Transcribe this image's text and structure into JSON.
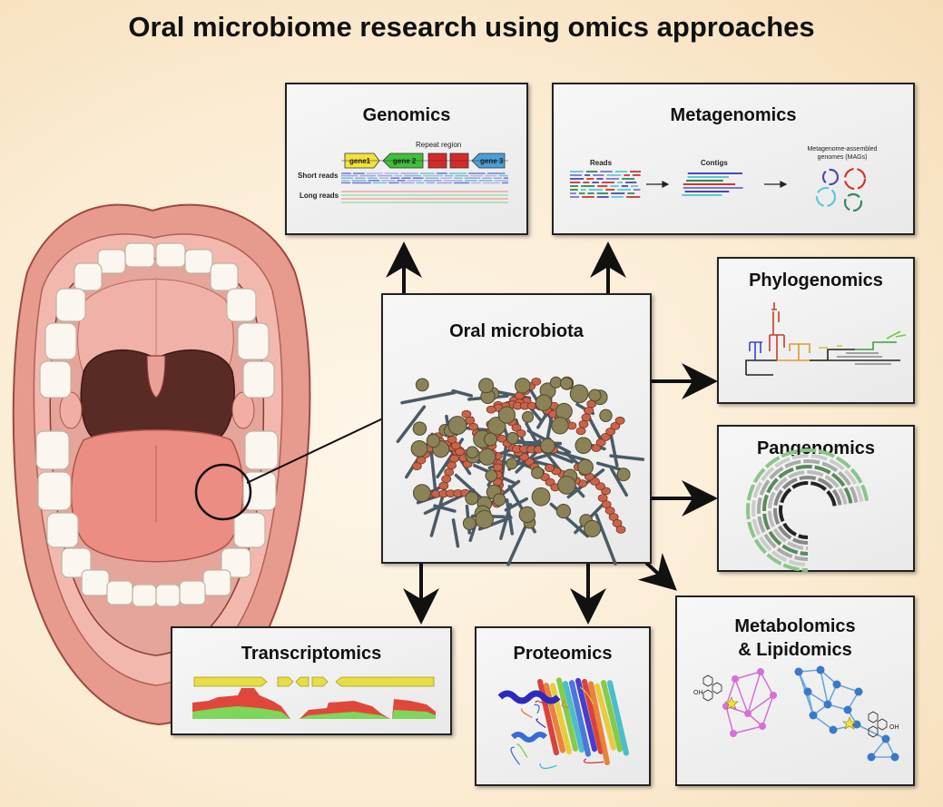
{
  "title": "Oral microbiome research using omics approaches",
  "center": {
    "title": "Oral microbiota"
  },
  "panels": {
    "genomics": {
      "title": "Genomics",
      "repeat_label": "Repeat region",
      "genes": [
        "gene1",
        "gene 2",
        "gene 3"
      ],
      "short_reads_label": "Short reads",
      "long_reads_label": "Long reads"
    },
    "metagenomics": {
      "title": "Metagenomics",
      "reads_label": "Reads",
      "contigs_label": "Contigs",
      "mags_label_line1": "Metagenome-assembled",
      "mags_label_line2": "genomes (MAGs)"
    },
    "phylogenomics": {
      "title": "Phylogenomics"
    },
    "pangenomics": {
      "title": "Pangenomics"
    },
    "transcriptomics": {
      "title": "Transcriptomics"
    },
    "proteomics": {
      "title": "Proteomics"
    },
    "metabolomics": {
      "title_line1": "Metabolomics",
      "title_line2": "& Lipidomics",
      "oh_label": "OH"
    }
  },
  "colors": {
    "lip": "#e79a8e",
    "mouth_dark": "#5a2a24",
    "tongue": "#ec8d84",
    "teeth": "#fbf6ef",
    "gene1": "#f2e23a",
    "gene2": "#3fbf3a",
    "gene3": "#4aa0d8",
    "repeat": "#d62a2a"
  }
}
